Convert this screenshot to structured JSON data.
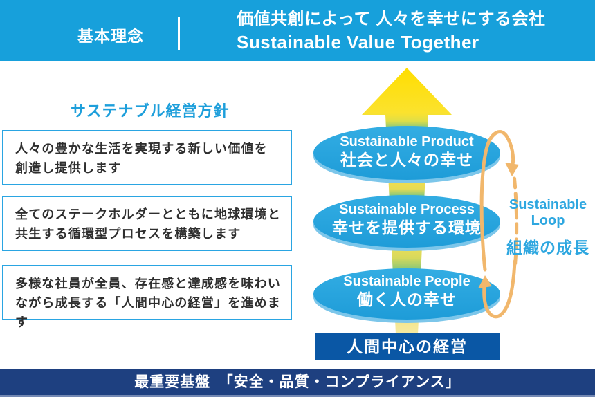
{
  "header": {
    "label": "基本理念",
    "title_jp": "価値共創によって 人々を幸せにする会社",
    "title_en": "Sustainable Value Together"
  },
  "policy": {
    "heading": "サステナブル経営方針",
    "items": [
      {
        "line1": "人々の豊かな生活を実現する新しい価値を",
        "line2": "創造し提供します"
      },
      {
        "line1": "全てのステークホルダーとともに地球環境と",
        "line2": "共生する循環型プロセスを構築します"
      },
      {
        "line1": "多様な社員が全員、存在感と達成感を味わい",
        "line2": "ながら成長する「人間中心の経営」を進めます"
      }
    ]
  },
  "diagram": {
    "levels": [
      {
        "en": "Sustainable Product",
        "jp": "社会と人々の幸せ"
      },
      {
        "en": "Sustainable Process",
        "jp": "幸せを提供する環境"
      },
      {
        "en": "Sustainable People",
        "jp": "働く人の幸せ"
      }
    ],
    "loop": {
      "en_line1": "Sustainable",
      "en_line2": "Loop",
      "jp": "組織の成長"
    },
    "base_box": "人間中心の経営"
  },
  "footer": {
    "text": "最重要基盤　「安全・品質・コンプライアンス」"
  },
  "colors": {
    "banner_blue": "#17A0DB",
    "ellipse_blue": "#2AA9E1",
    "heading_blue": "#1E9FDB",
    "loop_orange": "#F1B76C",
    "arrow_yellow": "#FFDE00",
    "base_navy": "#0A57A5",
    "footer_navy": "#1E4080"
  }
}
